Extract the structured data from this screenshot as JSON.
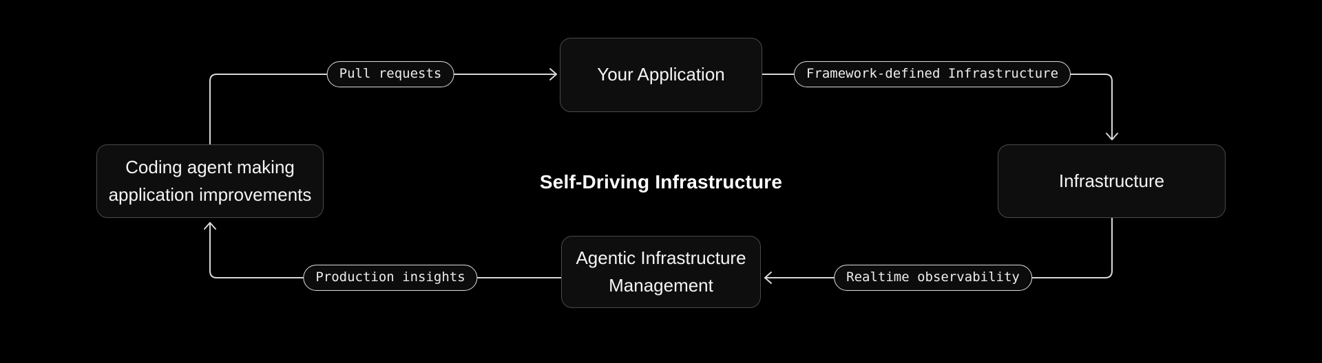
{
  "diagram": {
    "title": "Self-Driving Infrastructure",
    "nodes": [
      {
        "id": "your-application",
        "label": "Your Application"
      },
      {
        "id": "infrastructure",
        "label": "Infrastructure"
      },
      {
        "id": "agentic-infrastructure-management",
        "label": "Agentic Infrastructure Management"
      },
      {
        "id": "coding-agent",
        "label": "Coding agent making application improvements"
      }
    ],
    "edges": [
      {
        "label": "Pull requests",
        "from": "coding-agent",
        "to": "your-application"
      },
      {
        "label": "Framework-defined Infrastructure",
        "from": "your-application",
        "to": "infrastructure"
      },
      {
        "label": "Realtime observability",
        "from": "infrastructure",
        "to": "agentic-infrastructure-management"
      },
      {
        "label": "Production insights",
        "from": "agentic-infrastructure-management",
        "to": "coding-agent"
      }
    ],
    "colors": {
      "background": "#000000",
      "node_fill": "#0e0e0e",
      "node_border": "#4a4a4a",
      "pill_fill": "#0c0c0c",
      "pill_border": "#dedede",
      "connector": "#d9d9d9",
      "node_text": "#f4f4f4",
      "title_text": "#ffffff"
    }
  }
}
